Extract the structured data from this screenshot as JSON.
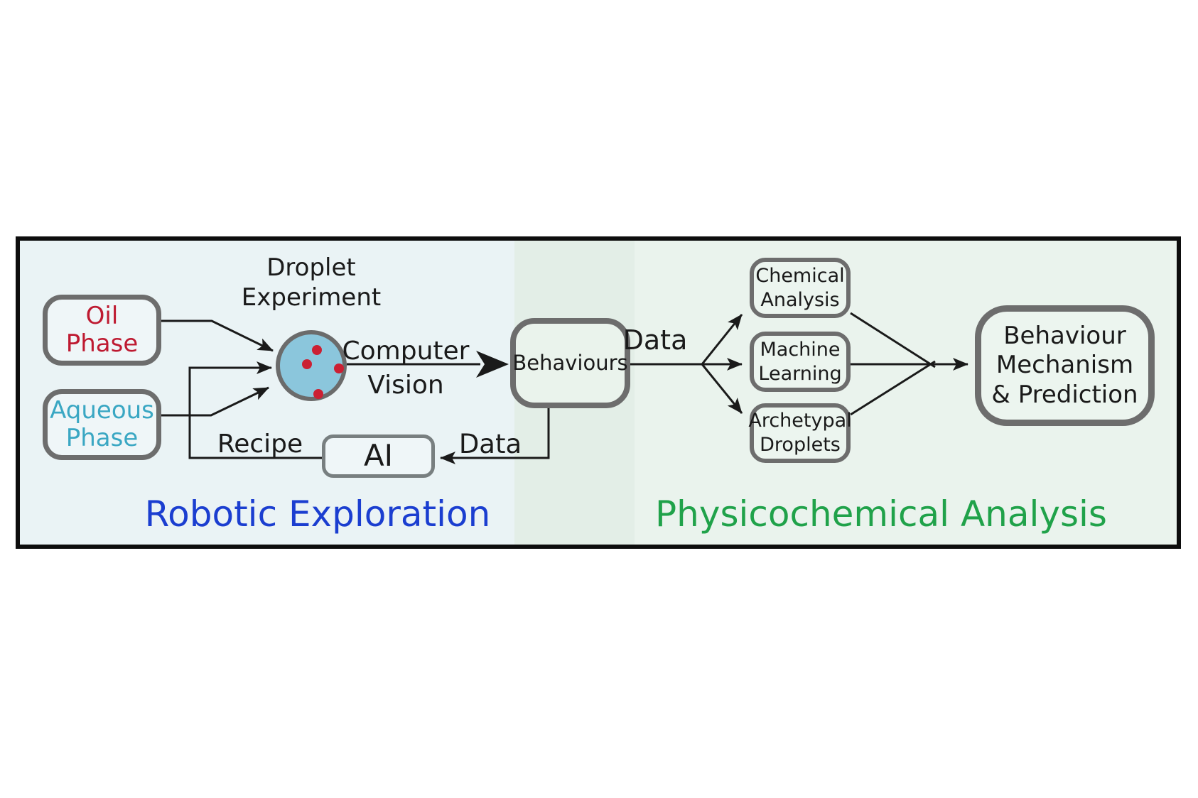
{
  "colors": {
    "left_bg": "#eaf3f5",
    "band_bg": "#e3eee7",
    "right_bg": "#eaf3ed",
    "frame_border": "#0d0d0d",
    "box_border": "#6d6d6d",
    "box_fill_blue": "#eff6f8",
    "box_fill_green": "#ecf5ef",
    "behaviours_fill": "#eaf3ec",
    "line_color": "#1a1a1a",
    "text_color": "#1a1a1a",
    "oil_color": "#be1a31",
    "aqueous_color": "#3aa7c3",
    "droplet_fill": "#8bc6dc",
    "droplet_border": "#6b6b6b",
    "dot_color": "#cb2033",
    "robotic_color": "#1b3ed0",
    "physico_color": "#20a24a"
  },
  "sections": {
    "robotic": {
      "title": "Robotic Exploration"
    },
    "physico": {
      "title": "Physicochemical Analysis"
    }
  },
  "nodes": {
    "oil_phase": {
      "line1": "Oil",
      "line2": "Phase"
    },
    "aqueous_phase": {
      "line1": "Aqueous",
      "line2": "Phase"
    },
    "droplet_experiment": {
      "line1": "Droplet",
      "line2": "Experiment"
    },
    "behaviours": {
      "label": "Behaviours"
    },
    "ai": {
      "label": "AI"
    },
    "chemical_analysis": {
      "line1": "Chemical",
      "line2": "Analysis"
    },
    "machine_learning": {
      "line1": "Machine",
      "line2": "Learning"
    },
    "archetypal_droplets": {
      "line1": "Archetypal",
      "line2": "Droplets"
    },
    "behaviour_mechanism": {
      "line1": "Behaviour",
      "line2": "Mechanism",
      "line3": "& Prediction"
    }
  },
  "edge_labels": {
    "computer_vision": {
      "line1": "Computer",
      "line2": "Vision"
    },
    "data_right": "Data",
    "data_left": "Data",
    "recipe": "Recipe"
  }
}
